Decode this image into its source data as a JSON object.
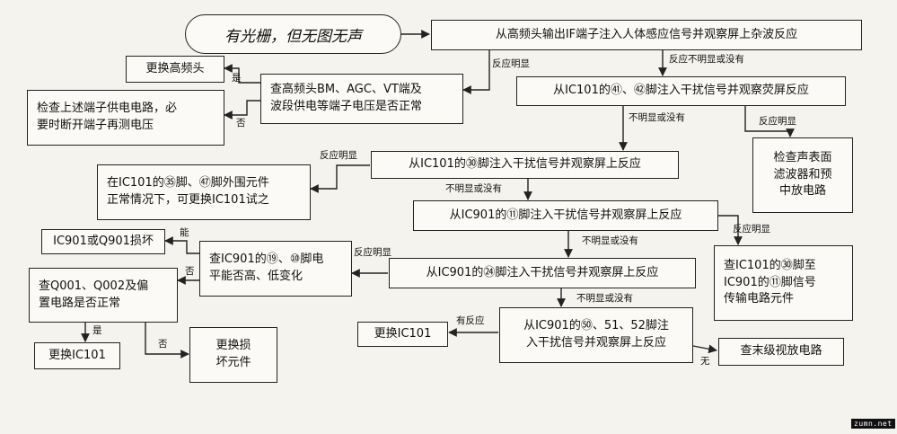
{
  "start": "有光栅，但无图无声",
  "boxes": {
    "b1": "从高频头输出IF端子注入人体感应信号并观察屏上杂波反应",
    "b2": "更换高频头",
    "b3": "查高频头BM、AGC、VT端及\n波段供电等端子电压是否正常",
    "b4": "检查上述端子供电电路，必\n要时断开端子再测电压",
    "b5": "从IC101的㊶、㊷脚注入干扰信号并观察荧屏反应",
    "b6": "检查声表面\n滤波器和预\n中放电路",
    "b7": "从IC101的㉚脚注入干扰信号并观察屏上反应",
    "b8": "在IC101的㉟脚、㊼脚外围元件\n正常情况下，可更换IC101试之",
    "b9": "从IC901的⑪脚注入干扰信号并观察屏上反应",
    "b10": "IC901或Q901损坏",
    "b11": "查IC901的⑲、⑩脚电\n平能否高、低变化",
    "b12": "从IC901的㉔脚注入干扰信号并观察屏上反应",
    "b13": "查IC101的㉚脚至\nIC901的⑪脚信号\n传输电路元件",
    "b14": "查Q001、Q002及偏\n置电路是否正常",
    "b15": "更换IC101",
    "b16": "更换损\n坏元件",
    "b17": "从IC901的㊿、51、52脚注\n入干扰信号并观察屏上反应",
    "b18": "更换IC101",
    "b19": "查末级视放电路"
  },
  "labels": {
    "l1": "反应明显",
    "l2": "反应不明显或没有",
    "l3": "是",
    "l4": "否",
    "l5": "不明显或没有",
    "l6": "反应明显",
    "l7": "反应明显",
    "l8": "不明显或没有",
    "l9": "能",
    "l10": "不明显或没有",
    "l11": "反应明显",
    "l12": "反应明显",
    "l13": "否",
    "l14": "不明显或没有",
    "l15": "是",
    "l16": "否",
    "l17": "有反应",
    "l18": "无"
  },
  "watermark": "zumn.net"
}
